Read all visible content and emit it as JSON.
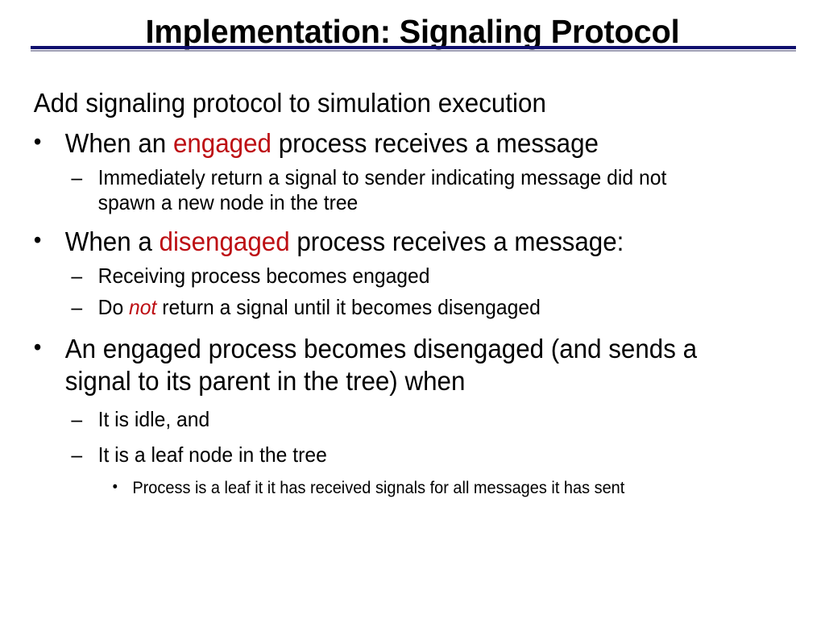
{
  "slide": {
    "title": "Implementation: Signaling Protocol",
    "accent_rule_color": "#10106e",
    "accent_rule_shadow_color": "#9e9eb4",
    "highlight_color": "#bd0e13",
    "text_color": "#000000",
    "background_color": "#ffffff"
  },
  "markers": {
    "bullet_level1": "•",
    "dash_level2": "–",
    "bullet_level3": "•"
  },
  "content": {
    "lead": "Add signaling protocol to simulation execution",
    "b1": {
      "pre": "When an ",
      "kw": "engaged",
      "post": " process receives a message"
    },
    "b1s1": "Immediately return a signal to sender indicating message did not spawn a new node in the tree",
    "b2": {
      "pre": "When a ",
      "kw": "disengaged",
      "post": " process receives a message:"
    },
    "b2s1": "Receiving process becomes engaged",
    "b2s2": {
      "pre": "Do ",
      "kw": "not",
      "post": " return a signal until it becomes disengaged"
    },
    "b3": "An engaged process becomes disengaged (and sends a signal to its parent in the tree) when",
    "b3s1": "It is idle, and",
    "b3s2": "It is a leaf node in the tree",
    "b3s2a": "Process is a leaf it it has received signals for all messages it has sent"
  }
}
